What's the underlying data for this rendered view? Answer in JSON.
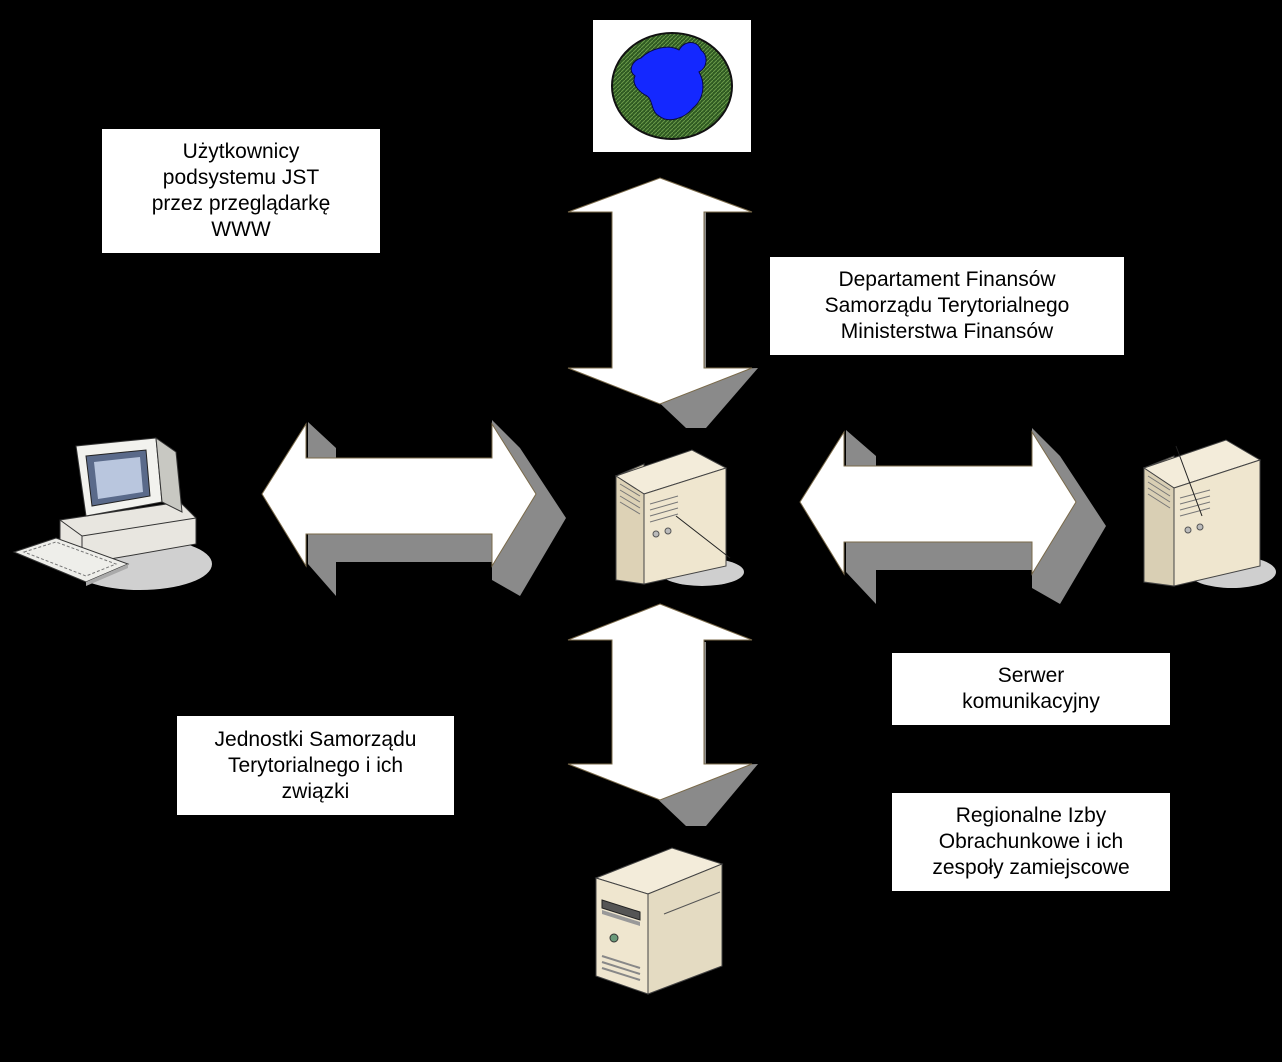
{
  "labels": {
    "web_users": [
      "Użytkownicy",
      "podsystemu JST",
      "przez przeglądarkę",
      "WWW"
    ],
    "ministry": [
      "Departament Finansów",
      "Samorządu Terytorialnego",
      "Ministerstwa Finansów"
    ],
    "comm_server": [
      "Serwer",
      "komunikacyjny"
    ],
    "local_units": [
      "Jednostki Samorządu",
      "Terytorialnego i ich",
      "związki"
    ],
    "rio": [
      "Regionalne Izby",
      "Obrachunkowe i ich",
      "zespoły zamiejscowe"
    ]
  },
  "colors": {
    "background": "#000000",
    "label_bg": "#ffffff",
    "arrow_face": "#ffffff",
    "arrow_shadow": "#8a8a8a",
    "globe_land": "#3a6a2a",
    "globe_water": "#1428ff",
    "server_body": "#efe6cf"
  },
  "icons": [
    "globe-icon",
    "workstation-icon",
    "server-icon",
    "tower-server-icon",
    "desktop-server-icon"
  ]
}
